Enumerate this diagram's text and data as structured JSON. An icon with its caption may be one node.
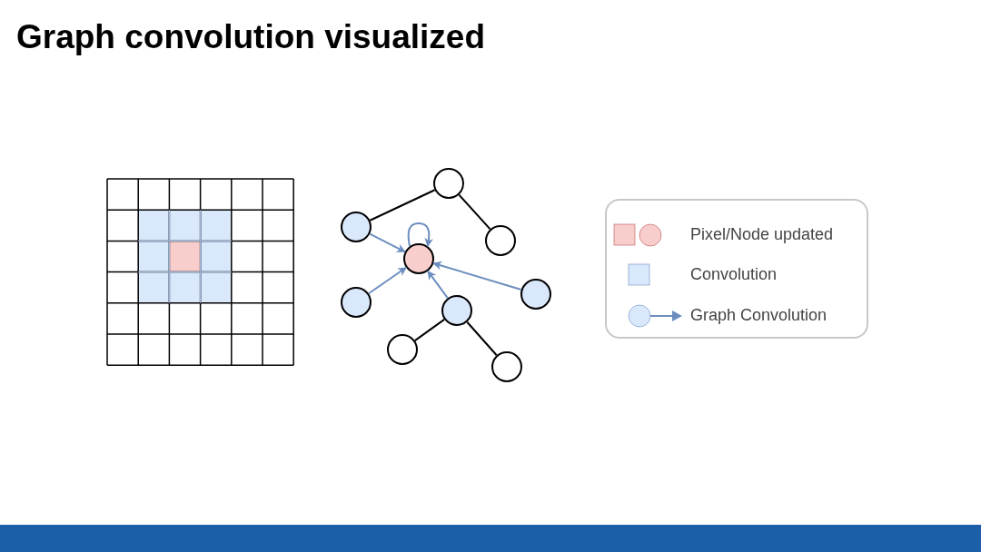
{
  "diagram": {
    "title": "Graph convolution visualized",
    "nodes": [
      {
        "text": [],
        "shape": "circle"
      },
      {
        "text": [],
        "shape": "circle"
      },
      {
        "text": [],
        "shape": "circle"
      },
      {
        "text": [],
        "shape": "circle"
      },
      {
        "text": [],
        "shape": "circle"
      },
      {
        "text": [],
        "shape": "circle"
      },
      {
        "text": [],
        "shape": "circle"
      },
      {
        "text": [],
        "shape": "circle"
      },
      {
        "text": [],
        "shape": "circle"
      }
    ],
    "edges": [
      {
        "from": 1,
        "to": 0,
        "arrow": "none",
        "color": "#000000"
      },
      {
        "from": 0,
        "to": 2,
        "arrow": "none",
        "color": "#000000"
      },
      {
        "from": 1,
        "to": 3,
        "arrow": "to"
      },
      {
        "from": 3,
        "to": 3,
        "arrow": "to"
      },
      {
        "from": 4,
        "to": 3,
        "arrow": "to"
      },
      {
        "from": 5,
        "to": 3,
        "arrow": "to"
      },
      {
        "from": 6,
        "to": 3,
        "arrow": "to"
      },
      {
        "from": 6,
        "to": 7,
        "arrow": "none",
        "color": "#000000"
      },
      {
        "from": 6,
        "to": 8,
        "arrow": "none",
        "color": "#000000"
      }
    ],
    "legend": [
      {
        "text": "Pixel/Node updated",
        "color": "#f8cecc"
      },
      {
        "text": "Convolution",
        "color": "#dae8fc"
      },
      {
        "text": "Graph Convolution"
      }
    ]
  }
}
